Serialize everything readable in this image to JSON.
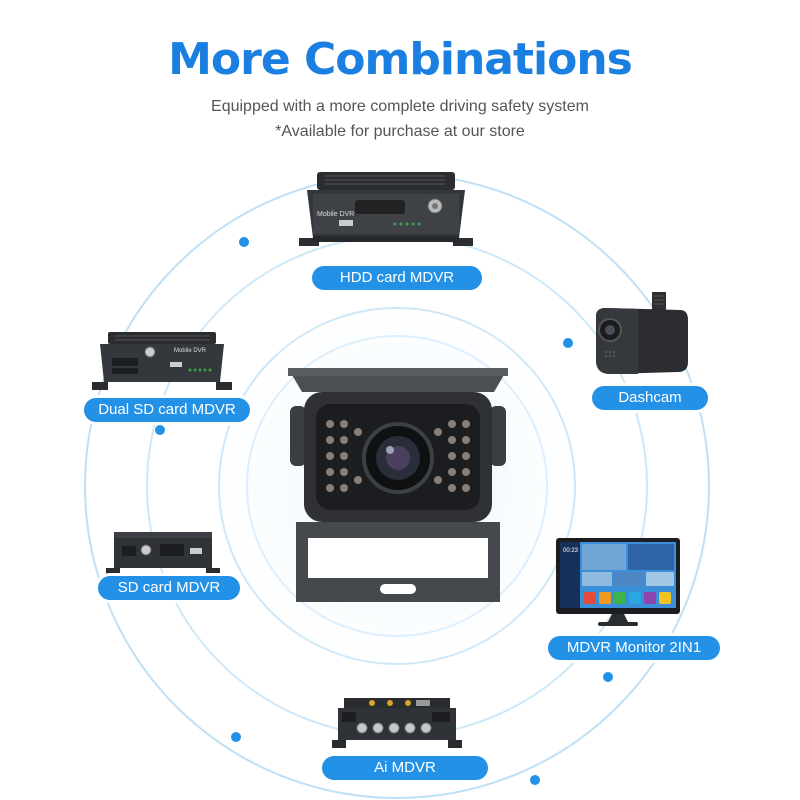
{
  "header": {
    "title": "More Combinations",
    "subtitle1": "Equipped with a more complete driving safety system",
    "subtitle2": "*Available for purchase at our store"
  },
  "products": {
    "hdd": {
      "label": "HDD card MDVR",
      "device_text": "Mobile DVR"
    },
    "dual_sd": {
      "label": "Dual SD card MDVR",
      "device_text": "Mobile DVR"
    },
    "dashcam": {
      "label": "Dashcam"
    },
    "sd": {
      "label": "SD card MDVR"
    },
    "monitor": {
      "label": "MDVR Monitor 2IN1",
      "screen_time": "00:23"
    },
    "ai": {
      "label": "Ai MDVR"
    }
  },
  "colors": {
    "accent": "#1a7fe0",
    "label_bg": "#2391e6",
    "ring": "#bfe0f5",
    "dot": "#2391e6"
  }
}
